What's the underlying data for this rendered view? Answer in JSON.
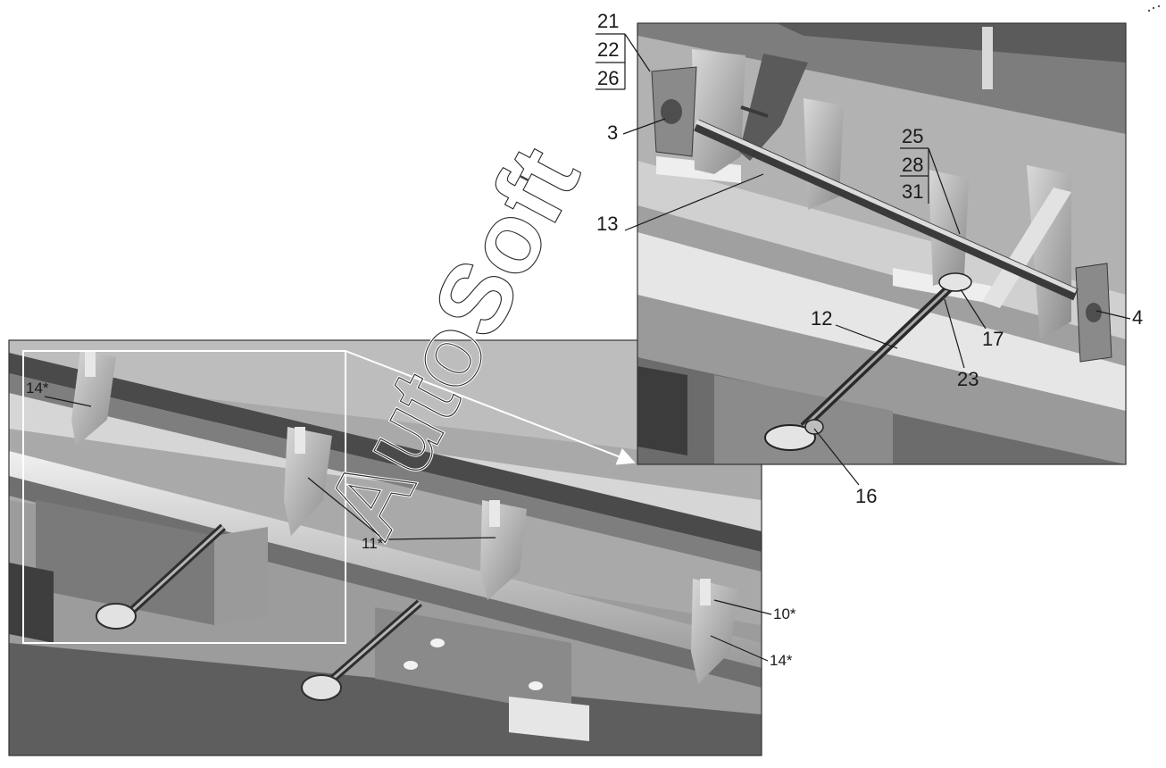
{
  "watermark": "AutoSoft",
  "inset_labels": {
    "stack_top": [
      "21",
      "22",
      "26"
    ],
    "l3": "3",
    "l13": "13",
    "stack_mid": [
      "25",
      "28",
      "31"
    ],
    "l4": "4",
    "l12": "12",
    "l17": "17",
    "l23": "23",
    "l16": "16"
  },
  "main_labels": {
    "l14a": "14*",
    "l11": "11*",
    "l10": "10*",
    "l14b": "14*"
  },
  "colors": {
    "dark": "#3a3a3a",
    "mid": "#8c8c8c",
    "light": "#c8c8c8",
    "bright": "#e8e8e8"
  }
}
